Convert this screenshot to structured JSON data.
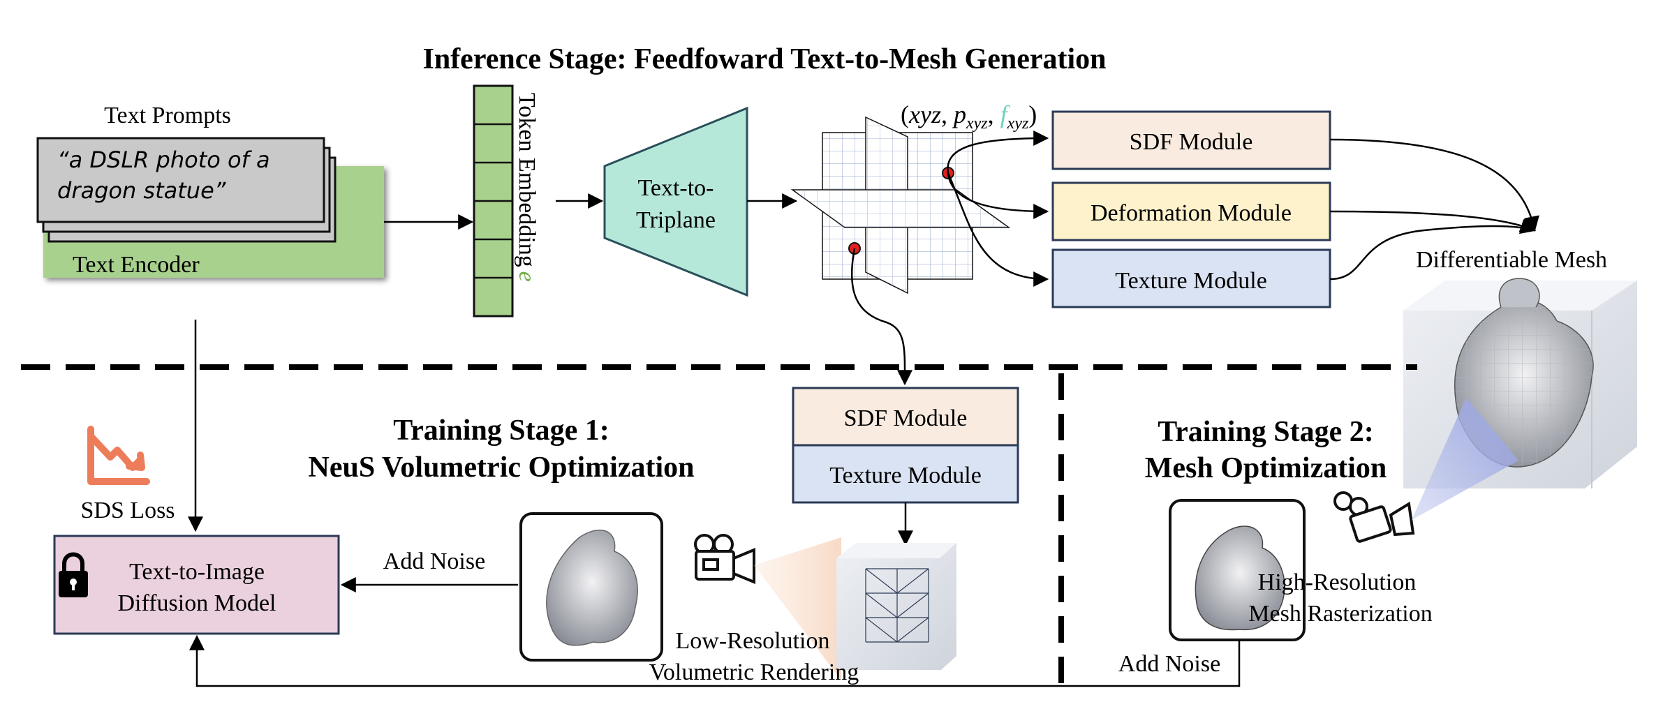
{
  "title": "Inference Stage: Feedfoward Text-to-Mesh Generation",
  "text_prompts_label": "Text Prompts",
  "prompt_line1": "“a DSLR photo of a",
  "prompt_line2": "dragon statue”",
  "text_encoder": "Text Encoder",
  "token_embedding": "Token Embedding",
  "token_embedding_symbol": "e",
  "text_to_triplane_line1": "Text-to-",
  "text_to_triplane_line2": "Triplane",
  "triplane_feature_label": {
    "open": "(",
    "xyz": "xyz",
    "comma1": ", ",
    "p": "p",
    "p_sub": "xyz",
    "comma2": ", ",
    "f": "f",
    "f_sub": "xyz",
    "close": ")"
  },
  "sdf_module": "SDF Module",
  "deformation_module": "Deformation Module",
  "texture_module": "Texture Module",
  "differentiable_mesh": "Differentiable Mesh",
  "stage1_title_line1": "Training Stage 1:",
  "stage1_title_line2": "NeuS Volumetric Optimization",
  "stage1_sdf_module": "SDF Module",
  "stage1_texture_module": "Texture Module",
  "stage2_title_line1": "Training Stage 2:",
  "stage2_title_line2": "Mesh Optimization",
  "sds_loss": "SDS Loss",
  "diffusion_line1": "Text-to-Image",
  "diffusion_line2": "Diffusion Model",
  "add_noise_1": "Add Noise",
  "add_noise_2": "Add Noise",
  "low_res_line1": "Low-Resolution",
  "low_res_line2": "Volumetric Rendering",
  "high_res_line1": "High-Resolution",
  "high_res_line2": "Mesh Rasterization",
  "colors": {
    "green": "#a9d18e",
    "teal": "#b6e8da",
    "sdf": "#f9ebe0",
    "deformation": "#fdf2cc",
    "texture": "#dae3f3",
    "diffusion": "#ebd0de",
    "sds_icon": "#ed7d5a",
    "feature_f": "#6fd0c0"
  }
}
